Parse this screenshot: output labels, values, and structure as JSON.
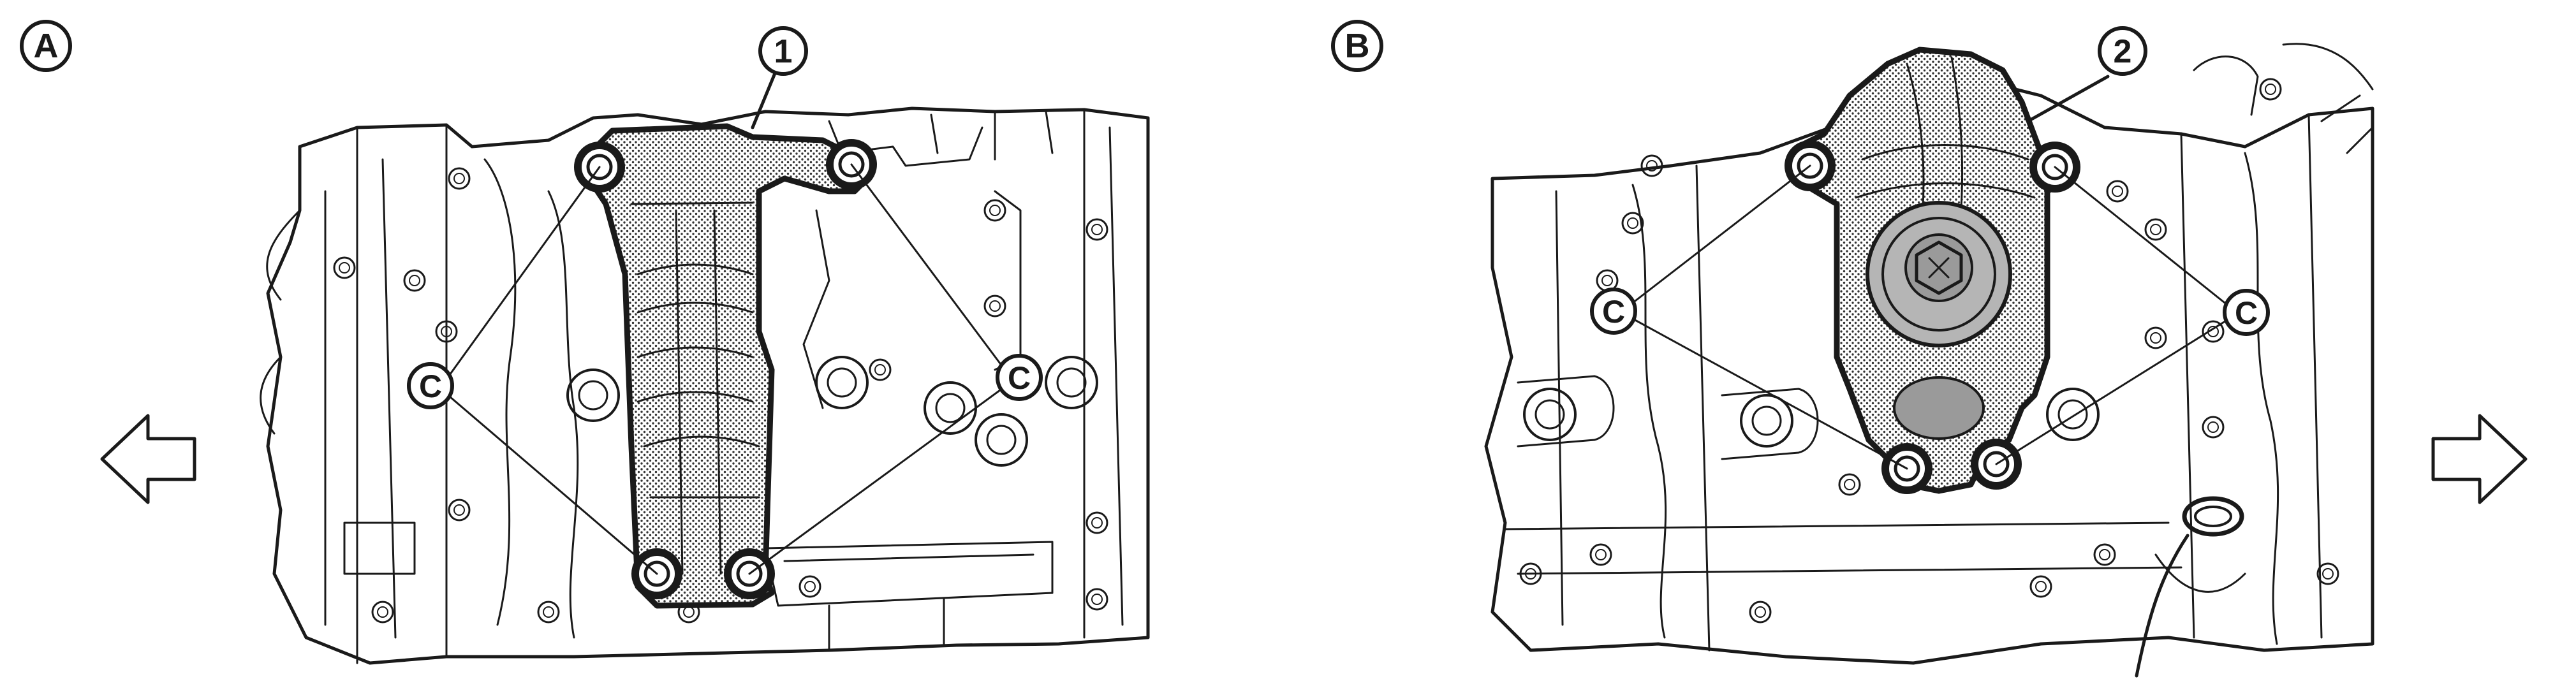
{
  "colors": {
    "ink": "#1a1a1a",
    "paper": "#ffffff",
    "stipple": "#8a8a8a"
  },
  "views": [
    {
      "view_label": "A",
      "part_number": "1",
      "bolt_callout": "C",
      "direction_arrow": "left-arrow-icon"
    },
    {
      "view_label": "B",
      "part_number": "2",
      "bolt_callout": "C",
      "direction_arrow": "right-arrow-icon"
    }
  ]
}
